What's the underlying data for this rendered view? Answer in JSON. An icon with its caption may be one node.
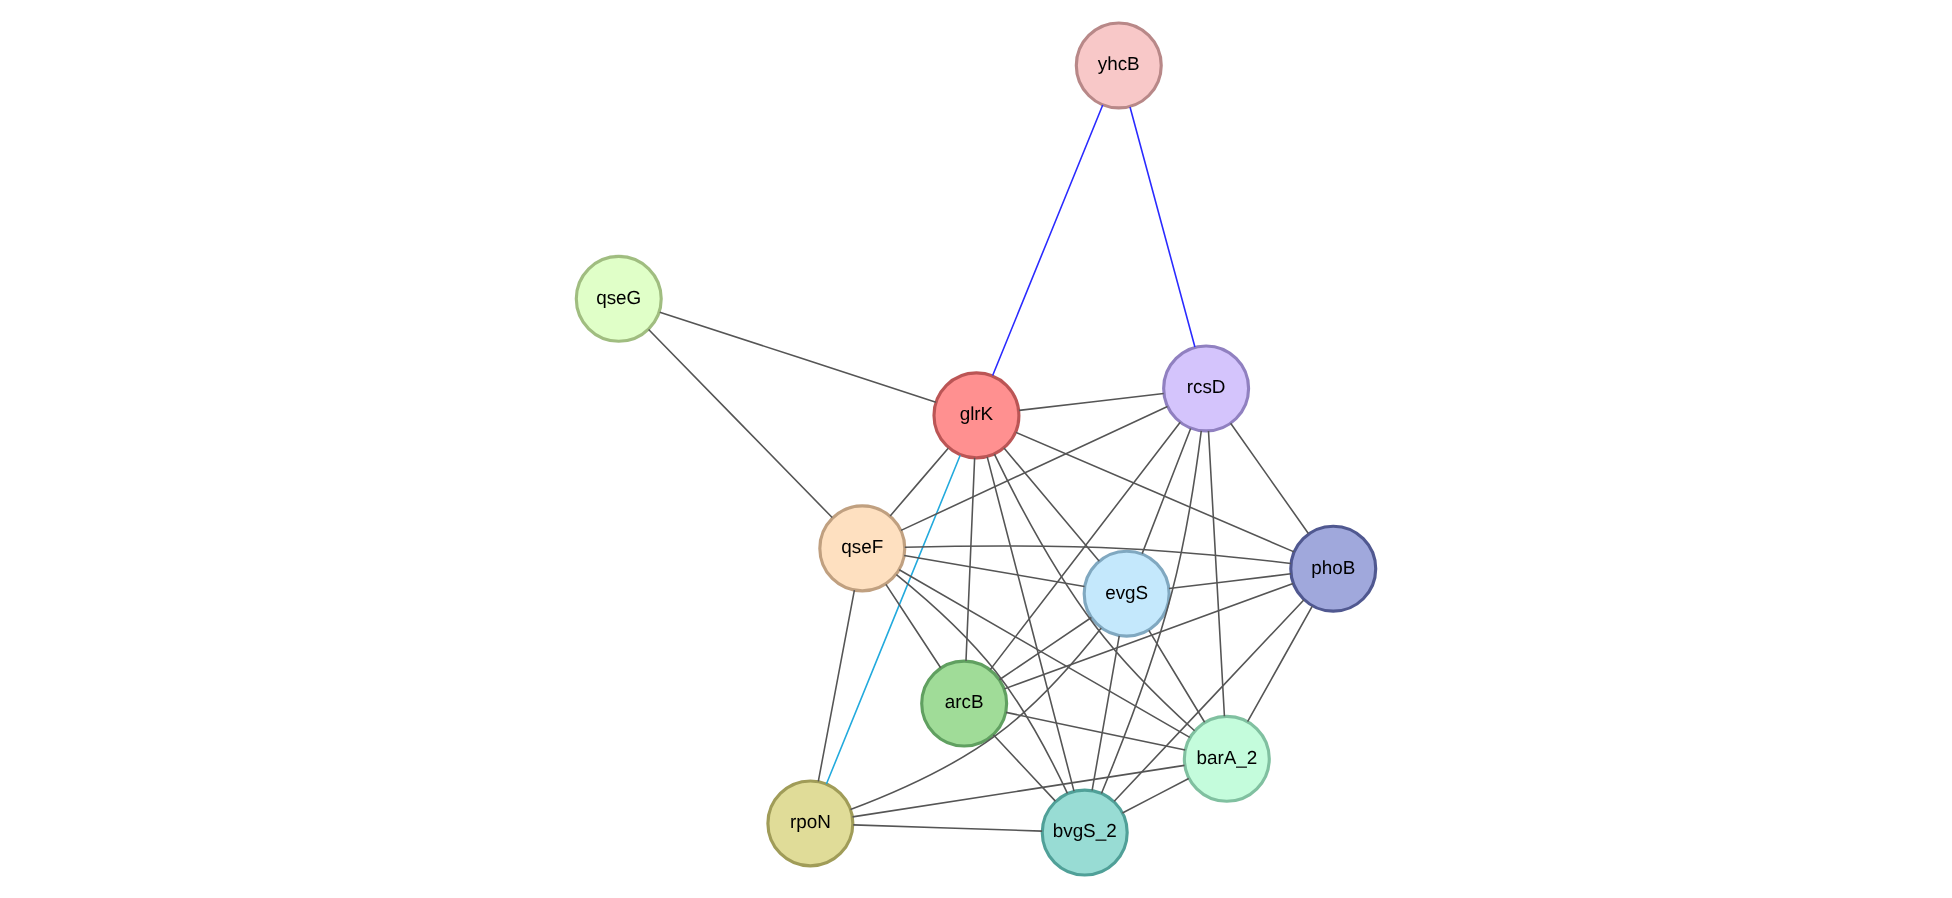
{
  "diagram": {
    "nodes": [
      {
        "text": [
          "qseG"
        ]
      },
      {
        "text": [
          "yhcB"
        ]
      },
      {
        "text": [
          "glrK"
        ]
      },
      {
        "text": [
          "qseF"
        ]
      },
      {
        "text": [
          "evgS"
        ]
      },
      {
        "text": [
          "rcsD"
        ]
      },
      {
        "text": [
          "rpoN"
        ]
      },
      {
        "text": [
          "barA_2"
        ]
      },
      {
        "text": [
          "arcB"
        ]
      },
      {
        "text": [
          "bvgS_2"
        ]
      },
      {
        "text": [
          "phoB"
        ]
      }
    ],
    "edges": [
      {
        "from": 0,
        "to": 2,
        "arrow": "none"
      },
      {
        "from": 0,
        "to": 3,
        "arrow": "none"
      },
      {
        "from": 1,
        "to": 2,
        "arrow": "none",
        "color": "#2a2aff"
      },
      {
        "from": 1,
        "to": 5,
        "arrow": "none",
        "color": "#2a2aff"
      },
      {
        "from": 2,
        "to": 3,
        "arrow": "none"
      },
      {
        "from": 2,
        "to": 4,
        "arrow": "none"
      },
      {
        "from": 2,
        "to": 5,
        "arrow": "none"
      },
      {
        "from": 2,
        "to": 6,
        "arrow": "none",
        "color": "#22aadd"
      },
      {
        "from": 2,
        "to": 7,
        "arrow": "none"
      },
      {
        "from": 2,
        "to": 8,
        "arrow": "none"
      },
      {
        "from": 2,
        "to": 9,
        "arrow": "none"
      },
      {
        "from": 2,
        "to": 10,
        "arrow": "none"
      },
      {
        "from": 3,
        "to": 4,
        "arrow": "none"
      },
      {
        "from": 3,
        "to": 5,
        "arrow": "none"
      },
      {
        "from": 3,
        "to": 6,
        "arrow": "none"
      },
      {
        "from": 3,
        "to": 7,
        "arrow": "none"
      },
      {
        "from": 3,
        "to": 8,
        "arrow": "none"
      },
      {
        "from": 3,
        "to": 9,
        "arrow": "none"
      },
      {
        "from": 3,
        "to": 10,
        "arrow": "none"
      },
      {
        "from": 4,
        "to": 5,
        "arrow": "none"
      },
      {
        "from": 4,
        "to": 6,
        "arrow": "none"
      },
      {
        "from": 4,
        "to": 7,
        "arrow": "none"
      },
      {
        "from": 4,
        "to": 8,
        "arrow": "none"
      },
      {
        "from": 4,
        "to": 9,
        "arrow": "none"
      },
      {
        "from": 4,
        "to": 10,
        "arrow": "none"
      },
      {
        "from": 5,
        "to": 7,
        "arrow": "none"
      },
      {
        "from": 5,
        "to": 8,
        "arrow": "none"
      },
      {
        "from": 5,
        "to": 9,
        "arrow": "none"
      },
      {
        "from": 5,
        "to": 10,
        "arrow": "none"
      },
      {
        "from": 6,
        "to": 7,
        "arrow": "none"
      },
      {
        "from": 6,
        "to": 9,
        "arrow": "none"
      },
      {
        "from": 7,
        "to": 8,
        "arrow": "none"
      },
      {
        "from": 7,
        "to": 9,
        "arrow": "none"
      },
      {
        "from": 7,
        "to": 10,
        "arrow": "none"
      },
      {
        "from": 8,
        "to": 9,
        "arrow": "none"
      },
      {
        "from": 8,
        "to": 10,
        "arrow": "none"
      },
      {
        "from": 9,
        "to": 10,
        "arrow": "none"
      }
    ]
  }
}
